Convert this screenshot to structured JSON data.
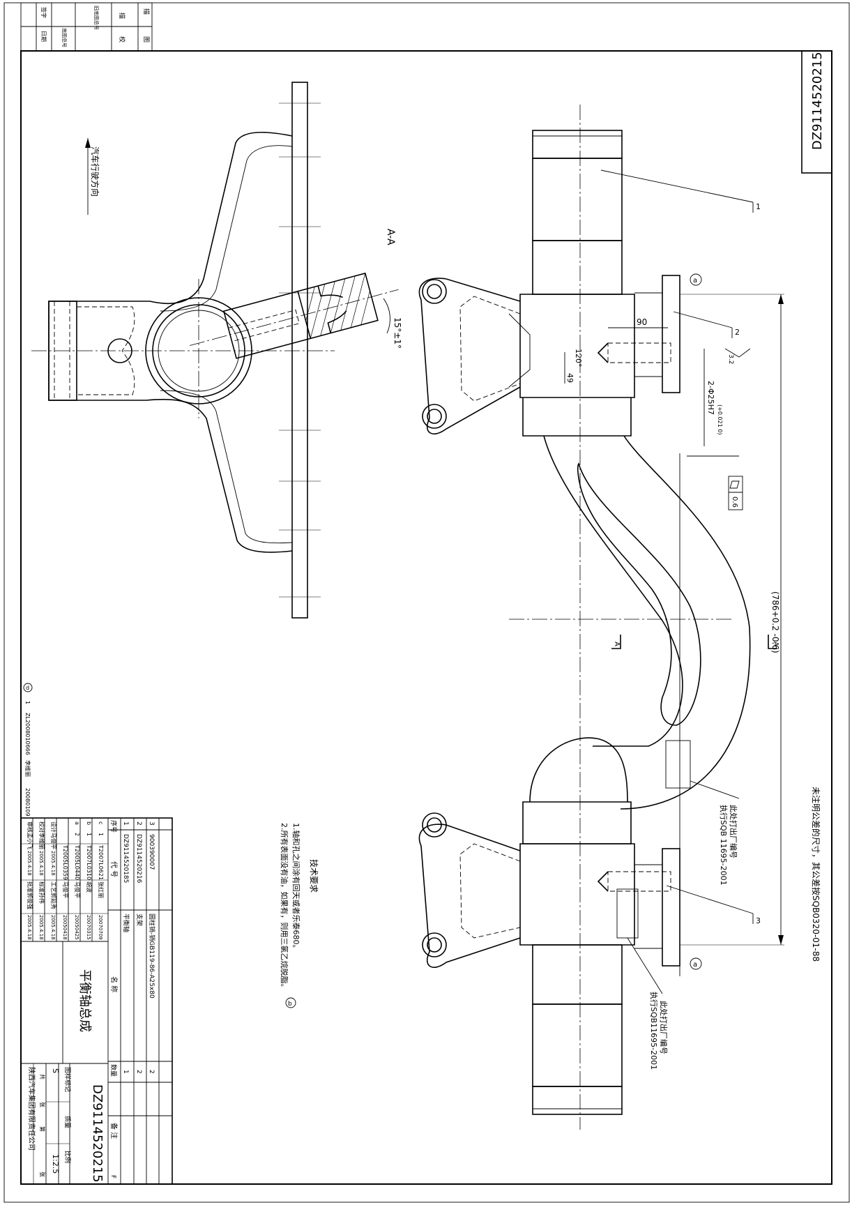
{
  "drawing": {
    "number_vertical": "DZ9114520215",
    "tolerance_note": "未注明公差的尺寸，其公差按SQB0320-01-88",
    "section_label": "A-A",
    "direction_note": "汽车行驶方向",
    "angle_note": "15°±1°"
  },
  "dimensions": {
    "d90": "90",
    "d49": "49",
    "d120": "120°",
    "hole_spec": "2-Φ25H7",
    "hole_tol": "(+0.021 0)",
    "overall": "(786+0.2 -0.6)",
    "surface": "3.2",
    "flatness": "0.6"
  },
  "callouts": {
    "c1": "1",
    "c2": "2",
    "c3": "3",
    "mark_a": "a",
    "section_a": "A",
    "stamp_note_1": "此处打出厂编号",
    "stamp_std_1": "执行SQB 11695-2001",
    "stamp_note_2": "此处打出厂编号",
    "stamp_std_2": "执行SQB11695-2001"
  },
  "tech": {
    "title": "技术要求",
    "req1": "1.轴和孔之间涂有回天或者乐泰680。",
    "req1_mark": "b",
    "req2": "2.所有表面没有油，如果有，则用三氯乙烷脱脂。"
  },
  "revision": {
    "mark": "d",
    "idx": "1",
    "doc": "ZL2008010666",
    "person": "李维丽",
    "date": "20080109"
  },
  "top_block": {
    "labels": [
      "描",
      "图",
      "描",
      "校",
      "旧底图总号",
      "底图总号",
      "签字",
      "日期"
    ]
  },
  "parts": {
    "headers": {
      "seq": "序号",
      "code": "代 号",
      "name": "名 称",
      "qty": "数量",
      "note": "备 注"
    },
    "rows": [
      {
        "seq": "3",
        "code": "900390007",
        "name": "圆柱销-销GB119-86-A25x80",
        "qty": "2"
      },
      {
        "seq": "2",
        "code": "DZ9114520216",
        "name": "支架",
        "qty": "2"
      },
      {
        "seq": "1",
        "code": "DZ9114520185",
        "name": "平衡轴",
        "qty": "1"
      }
    ]
  },
  "change_log": [
    {
      "mark": "c",
      "num": "1",
      "doc": "T2007L0621",
      "who": "张红丽",
      "date": "20070709"
    },
    {
      "mark": "b",
      "num": "1",
      "doc": "T2007L0310",
      "who": "胡波",
      "date": "20070315"
    },
    {
      "mark": "a",
      "num": "2",
      "doc": "T2005L0440",
      "who": "马俊平",
      "date": "20050425"
    },
    {
      "mark": "",
      "num": "",
      "doc": "T2005L0359",
      "who": "马俊平",
      "date": "20050418"
    }
  ],
  "signatures": [
    {
      "role": "设计",
      "name": "马俊平",
      "date": "2005.4.18",
      "role2": "工艺",
      "name2": "郭延秀",
      "date2": "2005.4.18"
    },
    {
      "role": "校对",
      "name": "李维丽",
      "date": "2005.4.18",
      "role2": "标准",
      "name2": "孙伟",
      "date2": "2005.4.18"
    },
    {
      "role": "审核",
      "name": "孟小飞",
      "date": "2005.4.18",
      "role2": "批准",
      "name2": "郭俊强",
      "date2": "2005.4.18"
    }
  ],
  "title_block": {
    "part_name": "平衡轴总成",
    "drawing_number": "DZ9114520215",
    "labels": [
      "图样标记",
      "质量",
      "比例",
      "共",
      "张",
      "第",
      "张"
    ],
    "mark_s": "S",
    "scale": "1:2.5",
    "company": "陕西汽车集团有限责任公司",
    "f": "F"
  }
}
